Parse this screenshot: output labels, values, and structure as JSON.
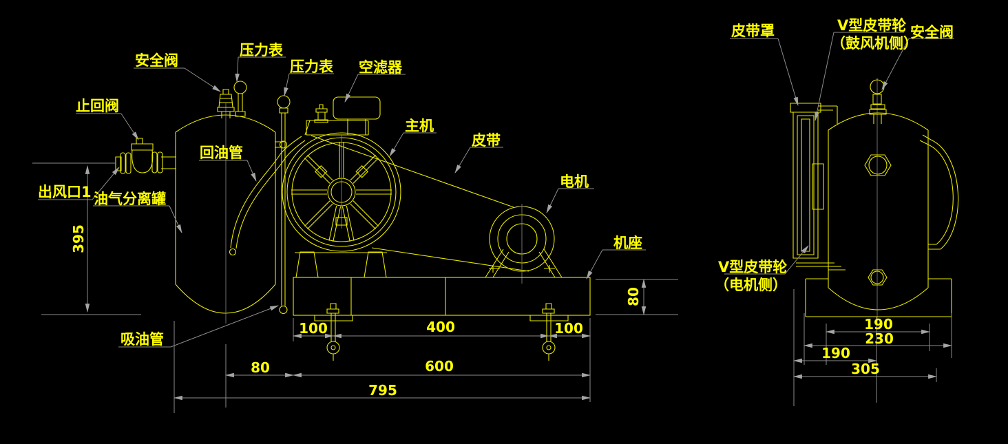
{
  "colors": {
    "background": "#000000",
    "geometry": "#e9e900",
    "dimension_lines": "#8d8d8d",
    "label_text": "#ffff00"
  },
  "front_view": {
    "labels": {
      "check_valve": "止回阀",
      "safety_valve": "安全阀",
      "pressure_gauge_1": "压力表",
      "pressure_gauge_2": "压力表",
      "air_filter": "空滤器",
      "main_unit": "主机",
      "belt": "皮带",
      "motor": "电机",
      "base": "机座",
      "air_outlet": "出风口1",
      "oil_gas_separator": "油气分离罐",
      "oil_return_pipe": "回油管",
      "oil_suction_pipe": "吸油管"
    },
    "dimensions": {
      "separator_height": "395",
      "anchor_left": "100",
      "anchor_span": "400",
      "anchor_right": "100",
      "tank_offset": "80",
      "base_length": "600",
      "overall_length": "795",
      "base_height": "80"
    }
  },
  "side_view": {
    "labels": {
      "belt_cover": "皮带罩",
      "pulley_blower_line1": "V型皮带轮",
      "pulley_blower_line2": "（鼓风机侧）",
      "safety_valve": "安全阀",
      "pulley_motor_line1": "V型皮带轮",
      "pulley_motor_line2": "（电机侧）"
    },
    "dimensions": {
      "tank_diameter": "190",
      "base_width": "230",
      "cover_to_center": "190",
      "overall_width": "305"
    }
  }
}
